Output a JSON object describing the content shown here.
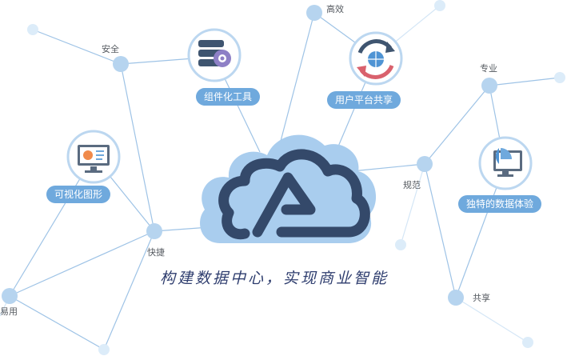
{
  "colors": {
    "line": "#9ec3e6",
    "line_light": "#d4e6f6",
    "node": "#b6d4ef",
    "node_light": "#dcecf9",
    "pill": "#6fa9dd",
    "cloud": "#a9cdee",
    "logo": "#34496a",
    "icon_ring": "#bcd7f0",
    "slogan": "#2e3d6e"
  },
  "nodes": {
    "anquan": "安全",
    "gaoxiao": "高效",
    "zhuanye": "专业",
    "guifan": "规范",
    "kuaijie": "快捷",
    "yiyong": "易用",
    "gongxiang": "共享"
  },
  "features": {
    "component_tools": "组件化工具",
    "user_platform_sharing": "用户平台共享",
    "visual_graphics": "可视化图形",
    "unique_data_experience": "独特的数据体验"
  },
  "slogan": "构建数据中心，实现商业智能"
}
